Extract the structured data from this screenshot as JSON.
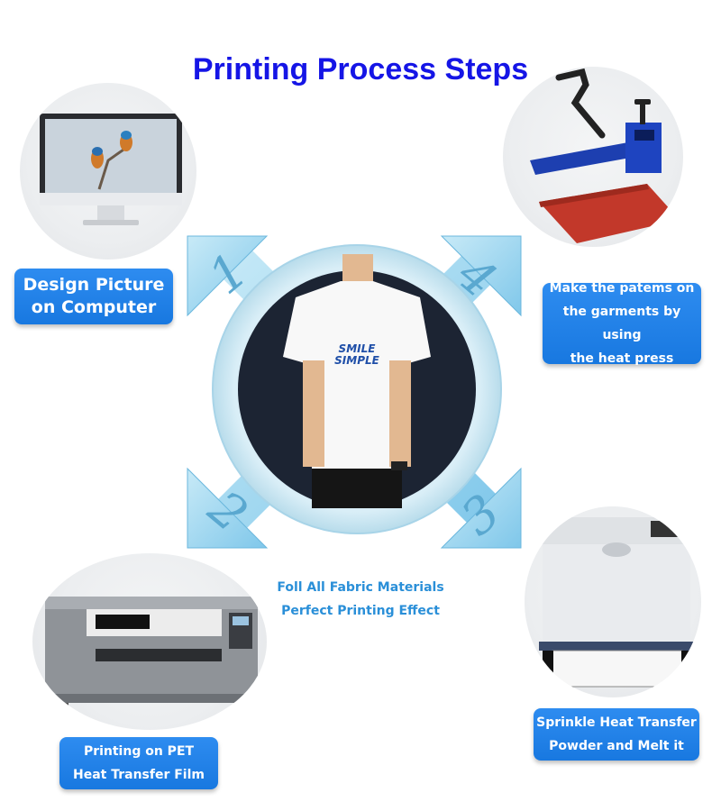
{
  "title": "Printing Process Steps",
  "steps": [
    {
      "number": "1",
      "lines": [
        "Design Picture",
        "on Computer"
      ],
      "icon": "computer-monitor"
    },
    {
      "number": "2",
      "lines": [
        "Printing on PET",
        "Heat Transfer Film"
      ],
      "icon": "dtf-printer"
    },
    {
      "number": "3",
      "lines": [
        "Sprinkle Heat Transfer",
        "Powder and Melt it"
      ],
      "icon": "powder-shaker-oven"
    },
    {
      "number": "4",
      "lines": [
        "Make the patems on",
        "the garments by using",
        "the heat press"
      ],
      "icon": "heat-press"
    }
  ],
  "center": {
    "tagline": [
      "Foll All Fabric Materials",
      "Perfect Printing Effect"
    ],
    "shirt_print": [
      "SMILE",
      "SIMPLE"
    ]
  },
  "colors": {
    "title": "#1515e6",
    "label_bg": "#1e7fe6",
    "arrow": "#8fd0ee",
    "tagline": "#2a8fd8"
  }
}
